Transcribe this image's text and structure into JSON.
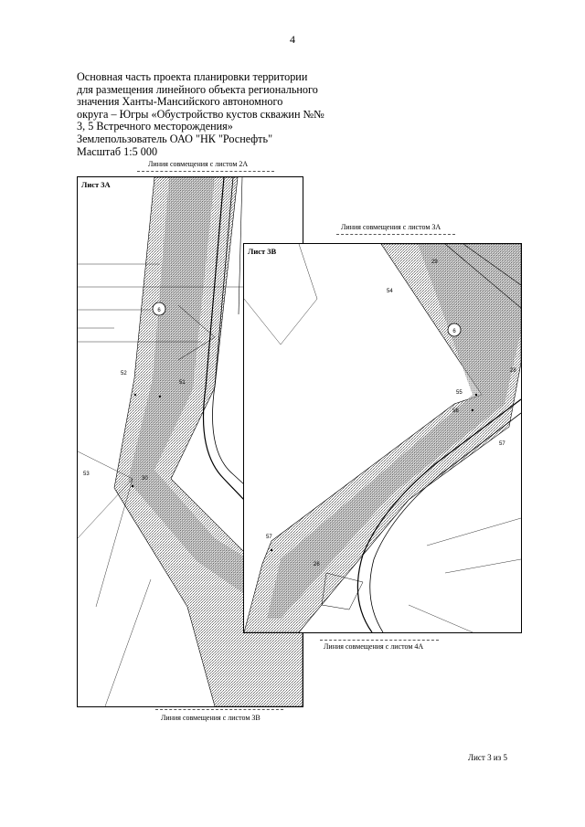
{
  "page_number": "4",
  "heading": {
    "lines": [
      "Основная часть проекта планировки территории",
      "для размещения линейного объекта регионального",
      "значения Ханты-Мансийского автономного",
      "округа – Югры «Обустройство кустов скважин №№",
      "3, 5 Встречного месторождения»",
      "Землепользователь ОАО \"НК \"Роснефть\"",
      "Масштаб 1:5 000"
    ]
  },
  "captions": {
    "top_3a": "Линия совмещения с листом 2А",
    "top_3b": "Линия совмещения с листом 3А",
    "bottom_3b": "Линия совмещения с листом 4А",
    "bottom_3a": "Линия совмещения с листом 3В"
  },
  "sheet_3a": {
    "title": "Лист 3А",
    "marker": "6",
    "points": [
      "52",
      "51",
      "53",
      "30"
    ]
  },
  "sheet_3b": {
    "title": "Лист 3В",
    "marker": "6",
    "points": [
      "29",
      "54",
      "28",
      "55",
      "56",
      "57",
      "57",
      "26"
    ]
  },
  "footer": "Лист 3 из 5",
  "colors": {
    "line": "#000000",
    "hatch": "#8a8a8a",
    "background": "#ffffff"
  }
}
